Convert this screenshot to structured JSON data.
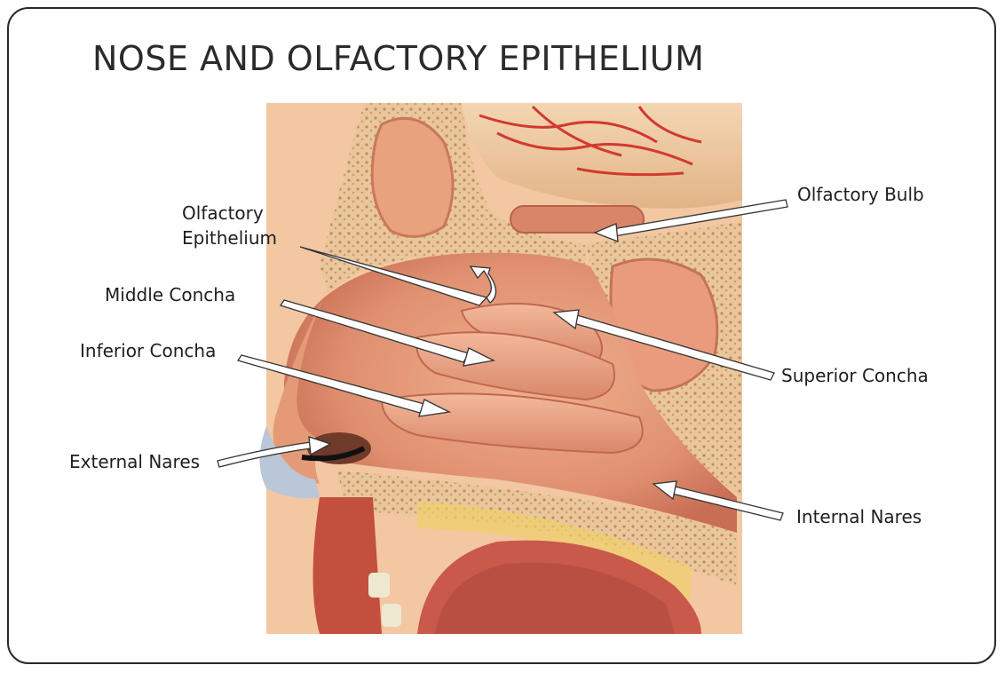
{
  "title": "NOSE AND OLFACTORY EPITHELIUM",
  "labels": {
    "olfactory_epithelium_line1": "Olfactory",
    "olfactory_epithelium_line2": "Epithelium",
    "middle_concha": "Middle Concha",
    "inferior_concha": "Inferior Concha",
    "external_nares": "External Nares",
    "olfactory_bulb": "Olfactory Bulb",
    "superior_concha": "Superior Concha",
    "internal_nares": "Internal Nares"
  },
  "colors": {
    "skin": "#e8a079",
    "mucosa": "#e79a7a",
    "bone": "#e6c39a",
    "brain": "#efcfa7",
    "vessel": "#d2392f",
    "cartilage": "#b9c7d8"
  }
}
